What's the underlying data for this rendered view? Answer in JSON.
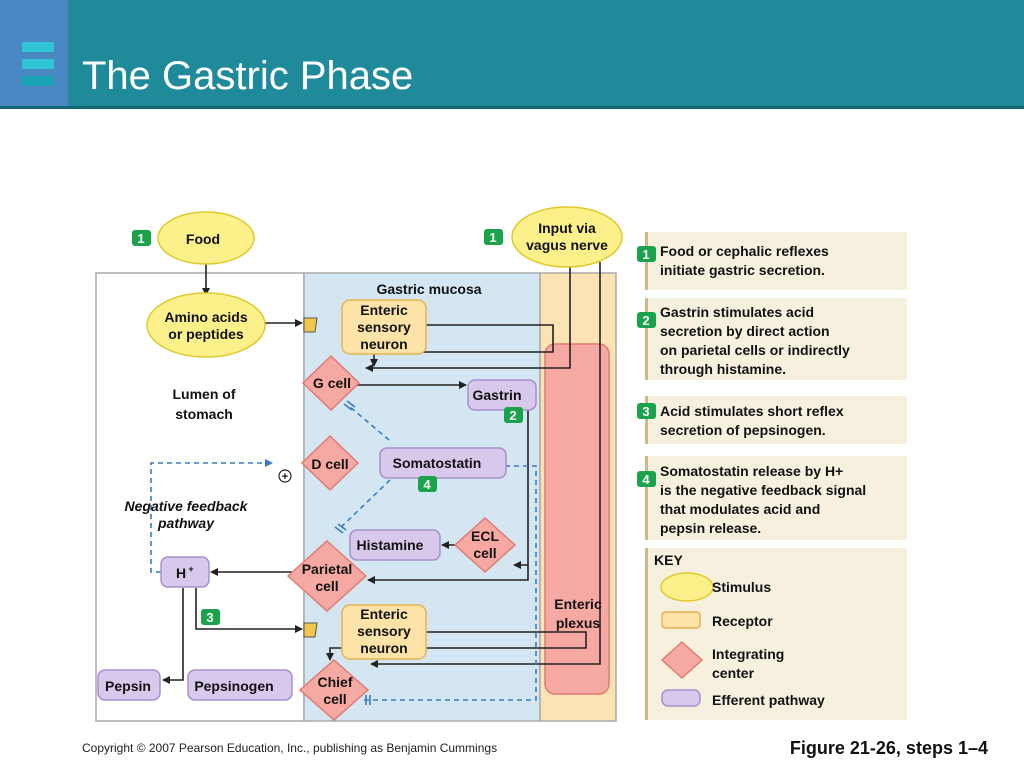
{
  "slide": {
    "title": "The Gastric Phase",
    "copyright": "Copyright © 2007 Pearson Education, Inc., publishing as Benjamin Cummings",
    "figure_label": "Figure 21-26, steps 1–4"
  },
  "diagram": {
    "food": "Food",
    "input_vagus": [
      "Input via",
      "vagus nerve"
    ],
    "amino_acids": [
      "Amino acids",
      "or peptides"
    ],
    "lumen": [
      "Lumen of",
      "stomach"
    ],
    "gastric_mucosa": "Gastric mucosa",
    "enteric_sensory_neuron": [
      "Enteric",
      "sensory",
      "neuron"
    ],
    "g_cell": "G cell",
    "gastrin": "Gastrin",
    "d_cell": "D cell",
    "somatostatin": "Somatostatin",
    "histamine": "Histamine",
    "ecl_cell": [
      "ECL",
      "cell"
    ],
    "parietal_cell": [
      "Parietal",
      "cell"
    ],
    "h_plus": "H",
    "h_plus_sup": "+",
    "negative_feedback": [
      "Negative feedback",
      "pathway"
    ],
    "chief_cell": [
      "Chief",
      "cell"
    ],
    "pepsin": "Pepsin",
    "pepsinogen": "Pepsinogen",
    "enteric_plexus": [
      "Enteric",
      "plexus"
    ],
    "plus_sign": "+",
    "badges": {
      "one": "1",
      "two": "2",
      "three": "3",
      "four": "4"
    }
  },
  "steps": [
    {
      "number": "1",
      "lines": [
        "Food or cephalic reflexes",
        "initiate gastric secretion."
      ]
    },
    {
      "number": "2",
      "lines": [
        "Gastrin stimulates acid",
        "secretion by direct action",
        "on parietal cells or indirectly",
        "through histamine."
      ]
    },
    {
      "number": "3",
      "lines": [
        "Acid stimulates short reflex",
        "secretion of pepsinogen."
      ]
    },
    {
      "number": "4",
      "lines": [
        "Somatostatin release by H+",
        "is the negative feedback signal",
        "that modulates acid and",
        "pepsin release."
      ]
    }
  ],
  "key": {
    "title": "KEY",
    "stimulus": "Stimulus",
    "receptor": "Receptor",
    "integrating_center": [
      "Integrating",
      "center"
    ],
    "efferent_pathway": "Efferent pathway"
  },
  "colors": {
    "header": "#1f8a9a",
    "stimulus_fill": "#fbf08a",
    "receptor_fill": "#fde3a8",
    "integrating_fill": "#f6a9a3",
    "efferent_fill": "#d8c8ec",
    "mucosa_fill": "#d3e6f2",
    "plexus_fill": "#fbe3b4",
    "badge_green": "#1aa34a"
  }
}
